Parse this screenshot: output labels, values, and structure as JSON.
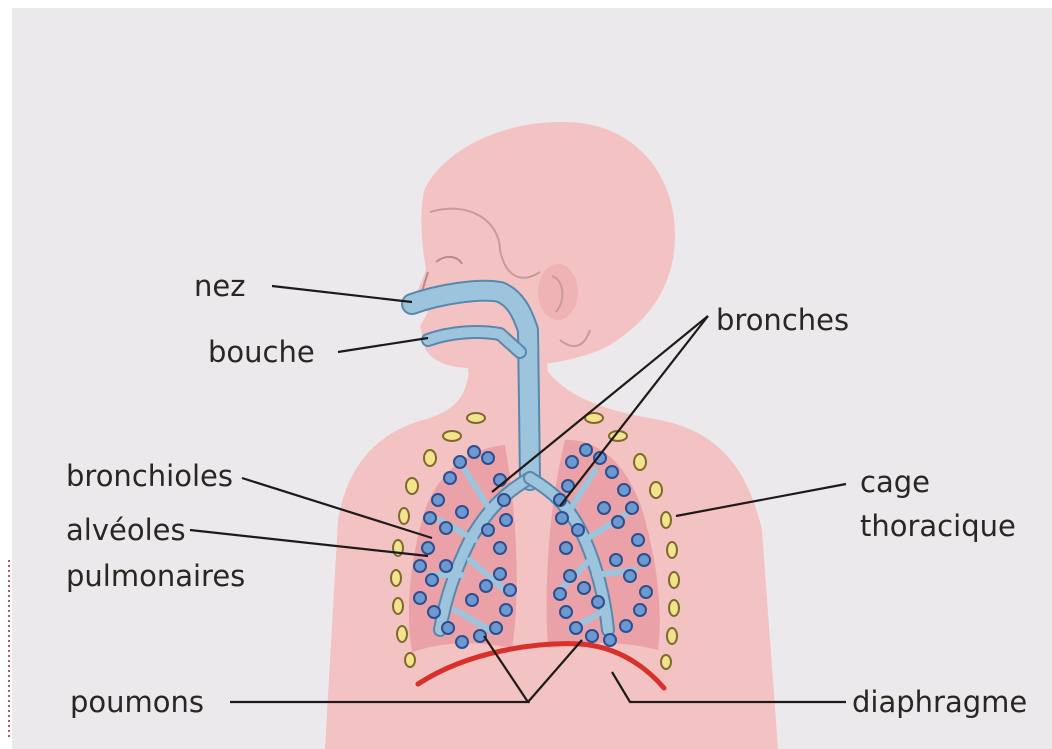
{
  "labels": {
    "nez": "nez",
    "bouche": "bouche",
    "bronchioles": "bronchioles",
    "alveoles_line1": "alvéoles",
    "alveoles_line2": "pulmonaires",
    "poumons": "poumons",
    "bronches": "bronches",
    "cage_line1": "cage",
    "cage_line2": "thoracique",
    "diaphragme": "diaphragme"
  },
  "colors": {
    "page": "#ece9ec",
    "body": "#f3c3c4",
    "lung": "#eaa1a7",
    "airway": "#9cc5dd",
    "alveoli": "#3f6fb0",
    "ribs": "#f2e48c",
    "diaphragm": "#d8302b",
    "text": "#2b2523"
  }
}
